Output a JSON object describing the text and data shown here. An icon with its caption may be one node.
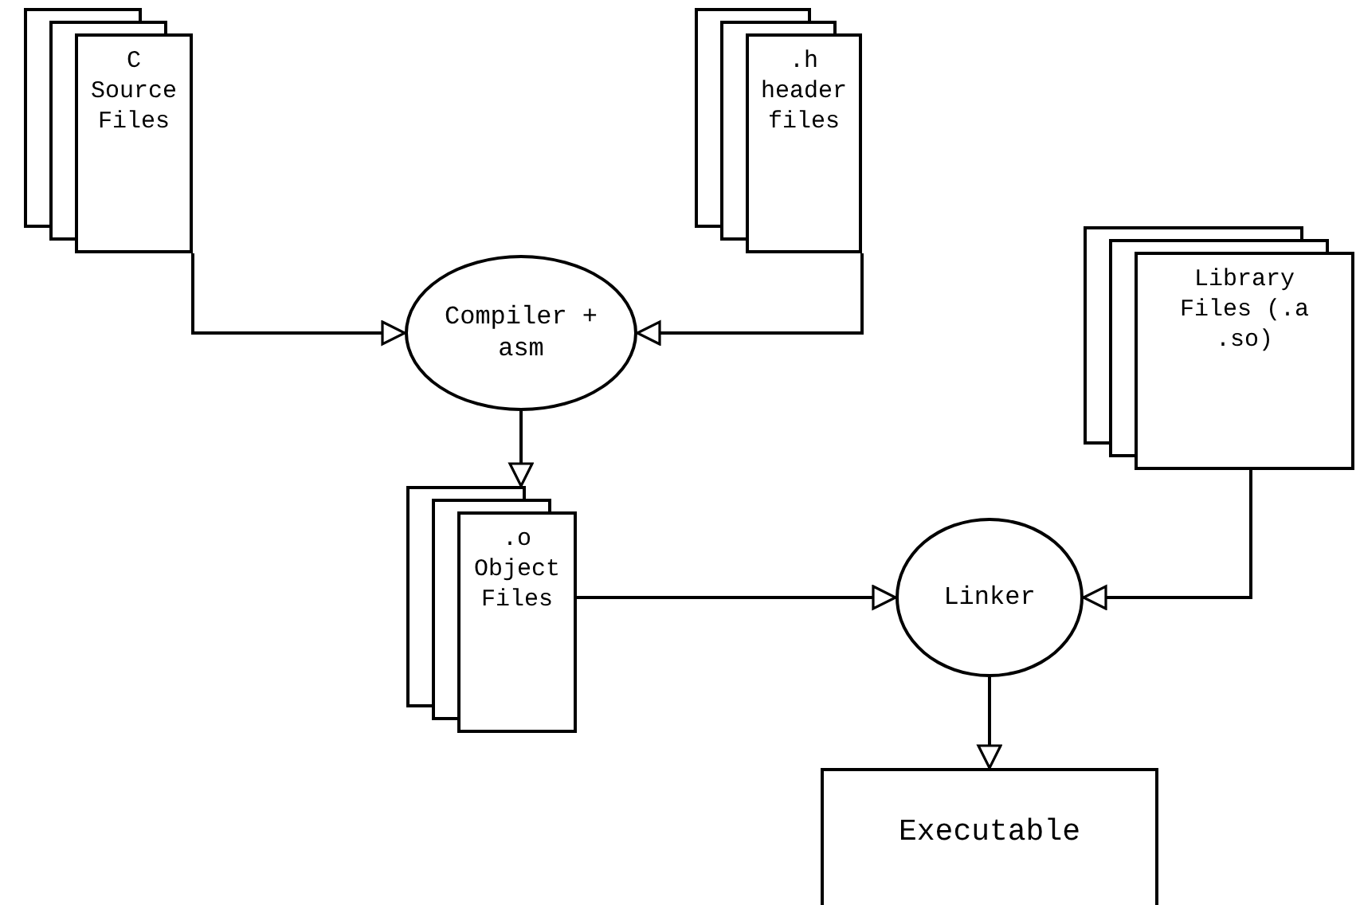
{
  "diagram": {
    "nodes": [
      {
        "text": [
          "C Source Files"
        ]
      },
      {
        "text": [
          "Compiler + asm"
        ]
      },
      {
        "text": [
          ".h header files"
        ]
      },
      {
        "text": [
          "Library Files (.a .so)"
        ]
      },
      {
        "text": [
          ".o Object Files"
        ]
      },
      {
        "text": [
          "Linker"
        ]
      },
      {
        "text": [
          "Executable"
        ]
      }
    ],
    "edges": [
      {
        "from": 0,
        "to": 1,
        "arrow": "to"
      },
      {
        "from": 2,
        "to": 1,
        "arrow": "to"
      },
      {
        "from": 1,
        "to": 4,
        "arrow": "to"
      },
      {
        "from": 4,
        "to": 5,
        "arrow": "to"
      },
      {
        "from": 3,
        "to": 5,
        "arrow": "to"
      },
      {
        "from": 5,
        "to": 6,
        "arrow": "to"
      }
    ]
  }
}
